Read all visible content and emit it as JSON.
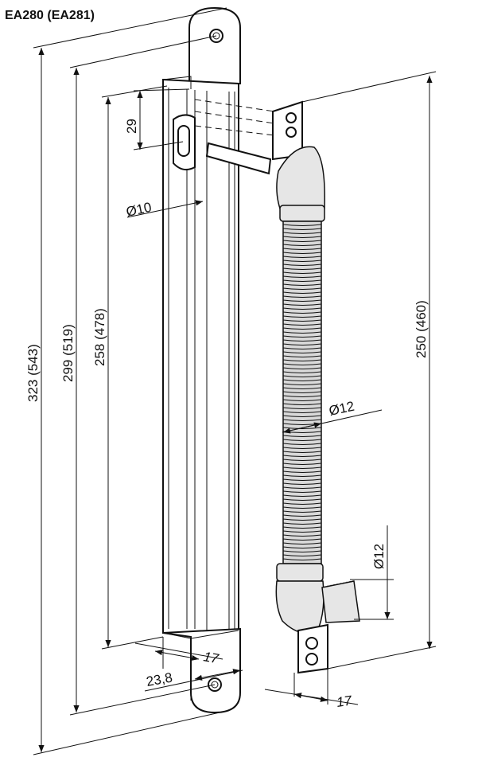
{
  "title": "EA280 (EA281)",
  "dimensions": {
    "overall_length": "323 (543)",
    "hole_spacing": "299 (519)",
    "channel_length": "258 (478)",
    "slot_offset": "29",
    "slot_diameter": "Ø10",
    "tube_diameter": "Ø12",
    "loop_hole_spacing": "250 (460)",
    "stub_diameter": "Ø12",
    "channel_depth": "17",
    "plate_width": "23,8",
    "loop_plate_width": "17"
  }
}
